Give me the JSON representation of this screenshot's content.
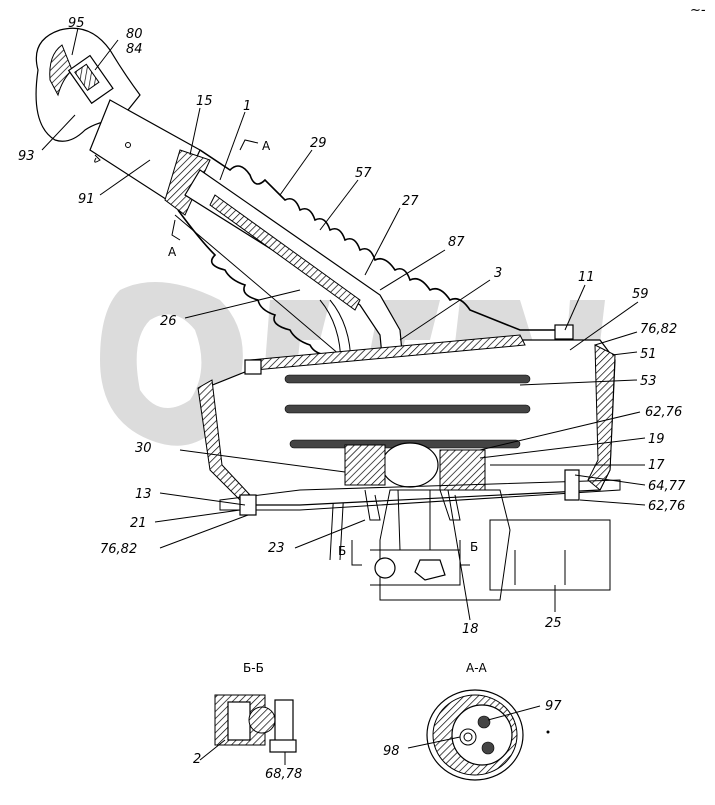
{
  "corner_mark": "~-",
  "callouts": {
    "c95": "95",
    "c80": "80",
    "c84": "84",
    "c15": "15",
    "c1": "1",
    "cA_top": "A",
    "cA_bot": "A",
    "c29": "29",
    "c93": "93",
    "c91": "91",
    "c57": "57",
    "c27": "27",
    "c87": "87",
    "c3": "3",
    "c11": "11",
    "c59": "59",
    "c26": "26",
    "c7682a": "76,82",
    "c51": "51",
    "c53": "53",
    "c6276a": "62,76",
    "c30": "30",
    "c19": "19",
    "c17": "17",
    "c6477": "64,77",
    "c13": "13",
    "c6276b": "62,76",
    "c21": "21",
    "c7682b": "76,82",
    "c23": "23",
    "cB1": "Б",
    "cB2": "Б",
    "c18": "18",
    "c25": "25",
    "c2": "2",
    "c6878": "68,78",
    "c97": "97",
    "c98": "98"
  },
  "sections": {
    "bb_title": "Б-Б",
    "aa_title": "А-А"
  }
}
